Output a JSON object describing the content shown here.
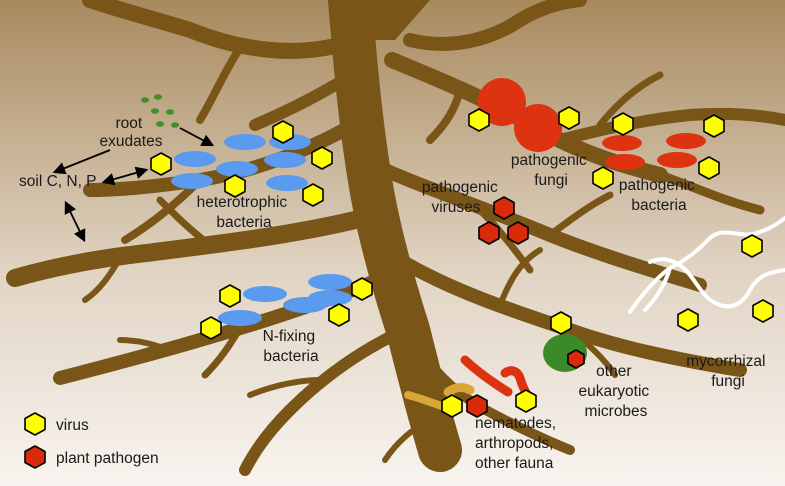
{
  "colors": {
    "soil_top": "#a88a5e",
    "soil_bottom": "#f8f4ef",
    "root": "#7a5518",
    "virus_fill": "#ffff00",
    "pathogen_fill": "#d92a0a",
    "blue_bacteria": "#5b9bef",
    "red_element": "#dd3311",
    "green_exudate": "#3f8f2a",
    "green_microbe": "#3b8a2a",
    "fungal_hyphae": "#ffffff",
    "nematode_tan": "#d8a736",
    "text": "#1a1a1a"
  },
  "labels": {
    "root_exudates": [
      "root",
      "exudates"
    ],
    "soil_cnp": "soil C, N, P",
    "heterotrophic_bacteria": [
      "heterotrophic",
      "bacteria"
    ],
    "pathogenic_fungi": [
      "pathogenic",
      "fungi"
    ],
    "pathogenic_bacteria": [
      "pathogenic",
      "bacteria"
    ],
    "pathogenic_viruses": [
      "pathogenic",
      "viruses"
    ],
    "n_fixing_bacteria": [
      "N-fixing",
      "bacteria"
    ],
    "other_eukaryotic_microbes": [
      "other",
      "eukaryotic",
      "microbes"
    ],
    "mycorrhizal_fungi": [
      "mycorrhizal",
      "fungi"
    ],
    "fauna": [
      "nematodes,",
      "arthropods,",
      "other fauna"
    ]
  },
  "legend": {
    "virus": {
      "label": "virus",
      "icon": "yellow-hexagon"
    },
    "plant_pathogen": {
      "label": "plant pathogen",
      "icon": "red-hexagon"
    }
  }
}
